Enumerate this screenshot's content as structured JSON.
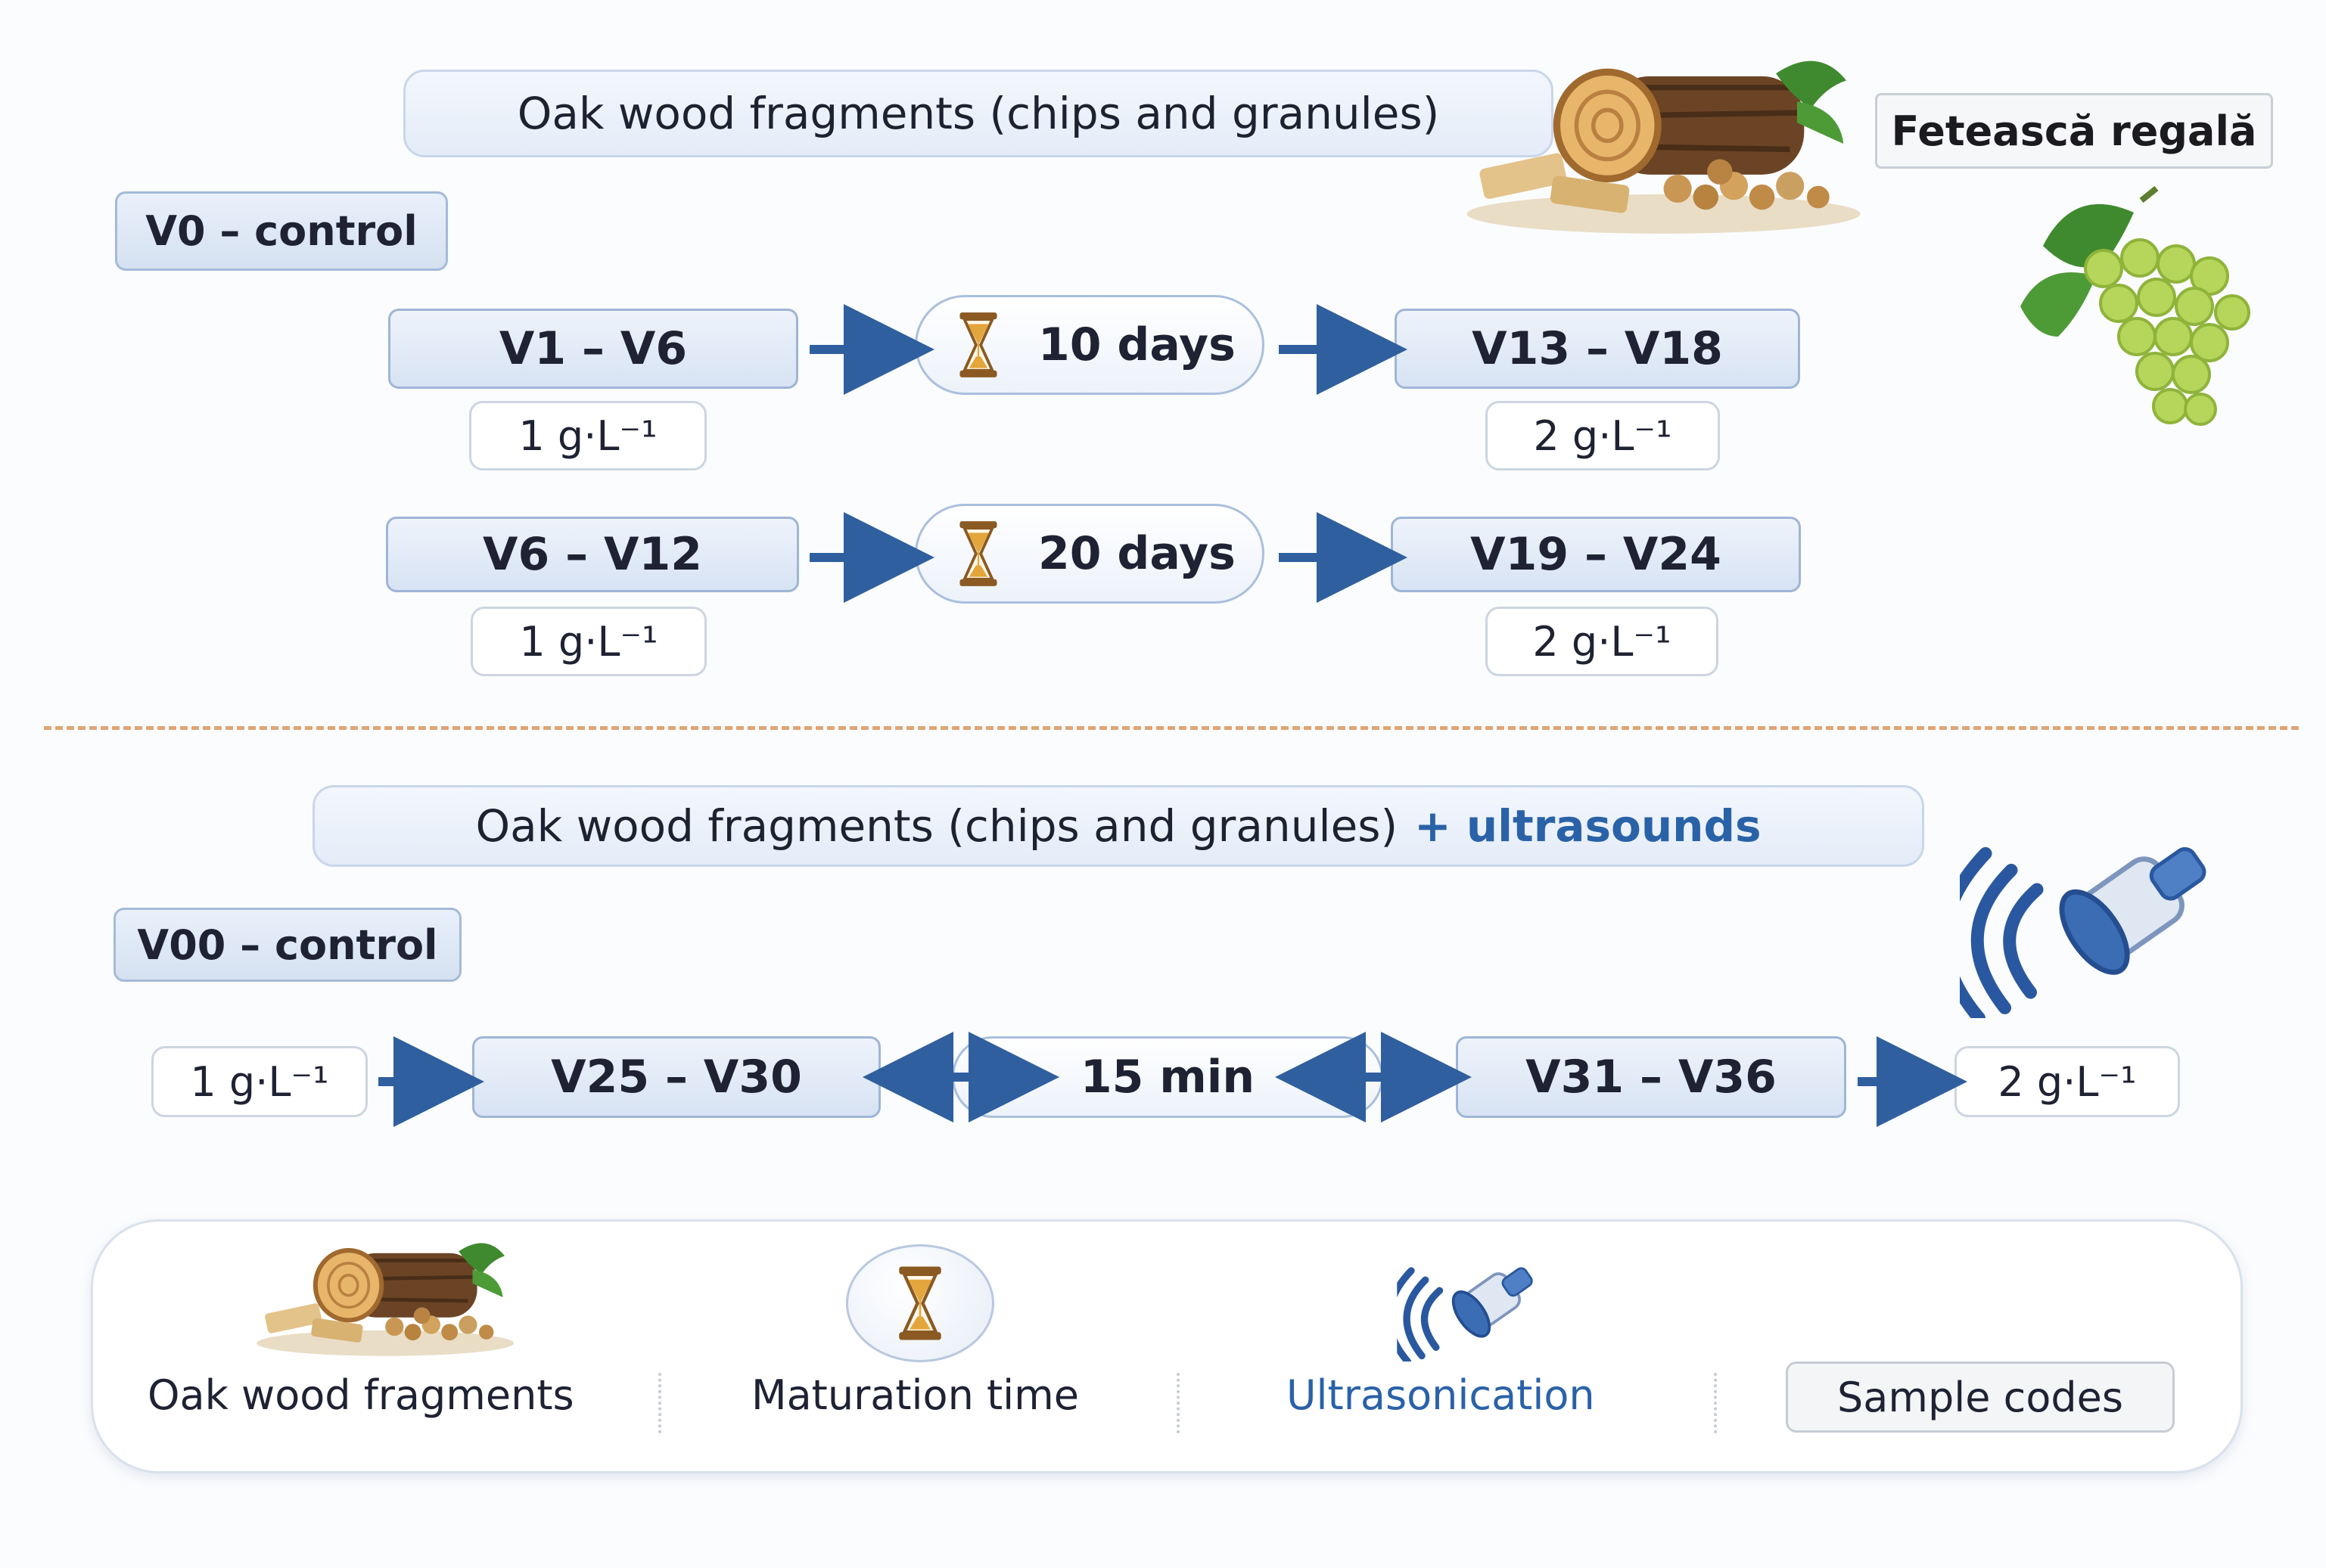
{
  "top_section": {
    "title": "Oak wood fragments (chips and granules)",
    "variety_label": "Fetească regală",
    "control_label": "V0 – control",
    "rows": [
      {
        "start_code": "V1 – V6",
        "start_dose": "1 g·L⁻¹",
        "duration": "10 days",
        "end_code": "V13 – V18",
        "end_dose": "2 g·L⁻¹"
      },
      {
        "start_code": "V6 – V12",
        "start_dose": "1 g·L⁻¹",
        "duration": "20 days",
        "end_code": "V19 – V24",
        "end_dose": "2 g·L⁻¹"
      }
    ]
  },
  "bottom_section": {
    "title_main": "Oak wood fragments (chips and granules)",
    "title_accent": "+ ultrasounds",
    "control_label": "V00 – control",
    "start_dose": "1 g·L⁻¹",
    "start_code": "V25 – V30",
    "duration": "15 min",
    "end_code": "V31 – V36",
    "end_dose": "2 g·L⁻¹"
  },
  "legend": {
    "oak_label": "Oak wood fragments",
    "time_label": "Maturation time",
    "ultrasound_label": "Ultrasonication",
    "codes_label": "Sample codes"
  },
  "colors": {
    "arrow": "#2f5f9f",
    "accent_text": "#2a62a8",
    "divider": "#e0a574",
    "hourglass_frame": "#8a5a22",
    "hourglass_sand": "#e3a63c",
    "grape": "#b5d65a",
    "leaf": "#3f8a2e"
  },
  "icons": {
    "wood": "oak-log-chips-icon",
    "grapes": "grape-bunch-icon",
    "hourglass": "hourglass-icon",
    "ultrasound": "ultrasound-probe-icon"
  }
}
